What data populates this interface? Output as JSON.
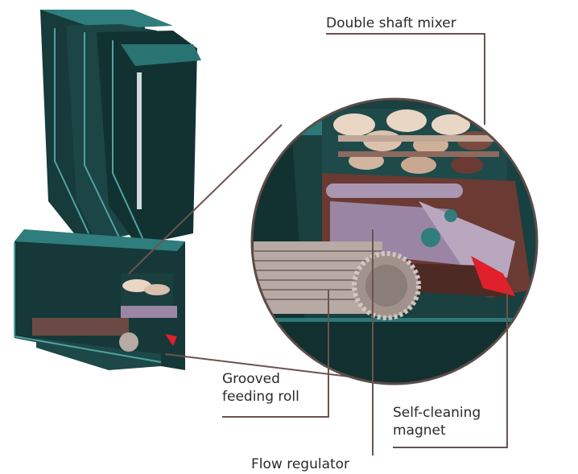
{
  "callouts": {
    "double_shaft_mixer": "Double shaft mixer",
    "grooved_feeding_roll_line1": "Grooved",
    "grooved_feeding_roll_line2": "feeding roll",
    "self_cleaning_magnet_line1": "Self-cleaning",
    "self_cleaning_magnet_line2": "magnet",
    "flow_regulator": "Flow regulator"
  },
  "colors": {
    "body_dark": "#163838",
    "body_teal": "#2f7d7d",
    "frame_edge": "#4fa3a3",
    "mixer_paddles": "#e9d6c4",
    "mixer_shadow": "#6b3a33",
    "regulator": "#9a86a4",
    "roll": "#b7a9a4",
    "magnet": "#e0202a",
    "leader_line": "#6a5350",
    "circle_border": "#5c4c48"
  }
}
